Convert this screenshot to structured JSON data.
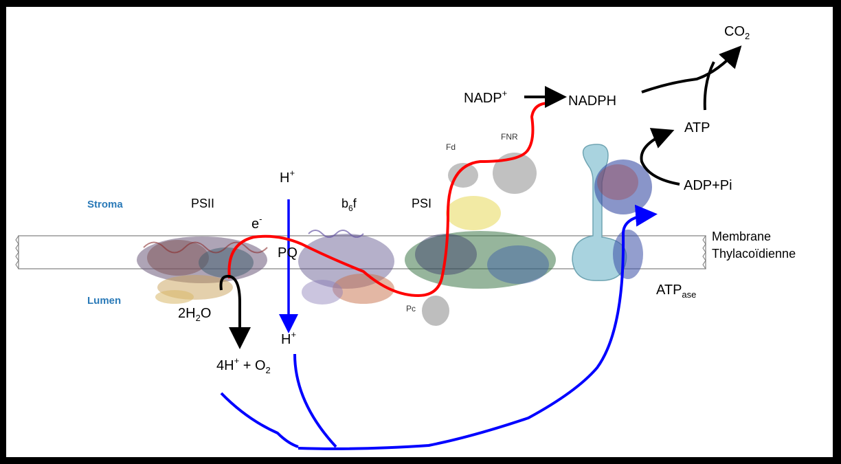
{
  "labels": {
    "co2": "CO",
    "co2_sub": "2",
    "nadp": "NADP",
    "nadp_sup": "+",
    "nadph": "NADPH",
    "atp": "ATP",
    "adp_pi": "ADP+Pi",
    "fnr": "FNR",
    "fd": "Fd",
    "h_top": "H",
    "h_top_sup": "+",
    "stroma": "Stroma",
    "lumen": "Lumen",
    "psii": "PSII",
    "b6f_b": "b",
    "b6f_sub": "6",
    "b6f_f": "f",
    "psi": "PSI",
    "electron": "e",
    "electron_sup": "-",
    "pq": "PQ",
    "membrane_1": "Membrane",
    "membrane_2": "Thylacoïdienne",
    "atpase": "ATP",
    "atpase_sub": "ase",
    "pc": "Pc",
    "water_pre": "2H",
    "water_sub": "2",
    "water_post": "O",
    "h_bottom": "H",
    "h_bottom_sup": "+",
    "products_pre": "4H",
    "products_sup": "+",
    "products_mid": " + O",
    "products_sub": "2"
  },
  "colors": {
    "electron_path": "#ff0000",
    "proton_path": "#0000ff",
    "reaction_arrows": "#000000",
    "compartment_label": "#2a7ab8",
    "atpase_body": "#a9d3df"
  }
}
